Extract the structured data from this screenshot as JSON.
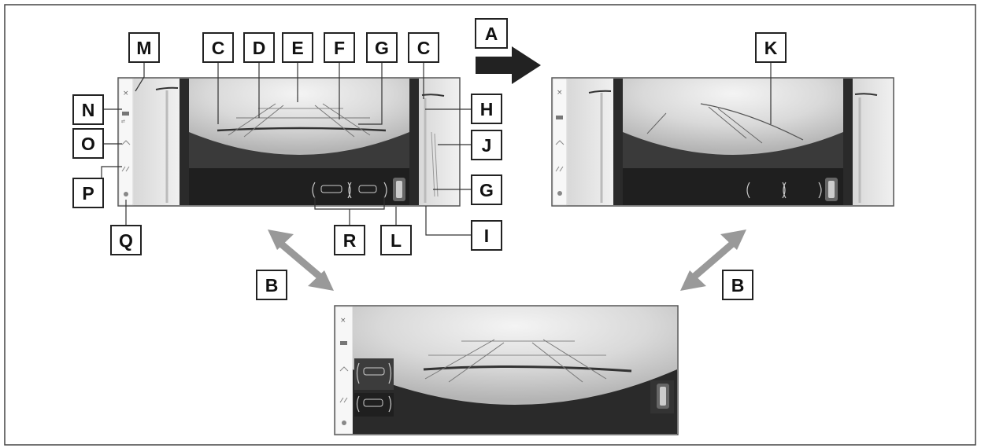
{
  "labels": {
    "A": "A",
    "B": "B",
    "C": "C",
    "D": "D",
    "E": "E",
    "F": "F",
    "G": "G",
    "H": "H",
    "I": "I",
    "J": "J",
    "K": "K",
    "L": "L",
    "M": "M",
    "N": "N",
    "O": "O",
    "P": "P",
    "Q": "Q",
    "R": "R"
  },
  "side_icons": {
    "close": "×",
    "camera_switch": "camera-switch-icon",
    "view_angle": "view-angle-icon",
    "guide_lines": "guide-line-icon",
    "settings": "gear-icon"
  },
  "colors": {
    "frame": "#333333",
    "screen_bg": "#e6e6e6",
    "sky": "#cfcfcf",
    "bottom_band": "#222222",
    "arrow": "#222222",
    "double_arrow": "#9a9a9a"
  }
}
